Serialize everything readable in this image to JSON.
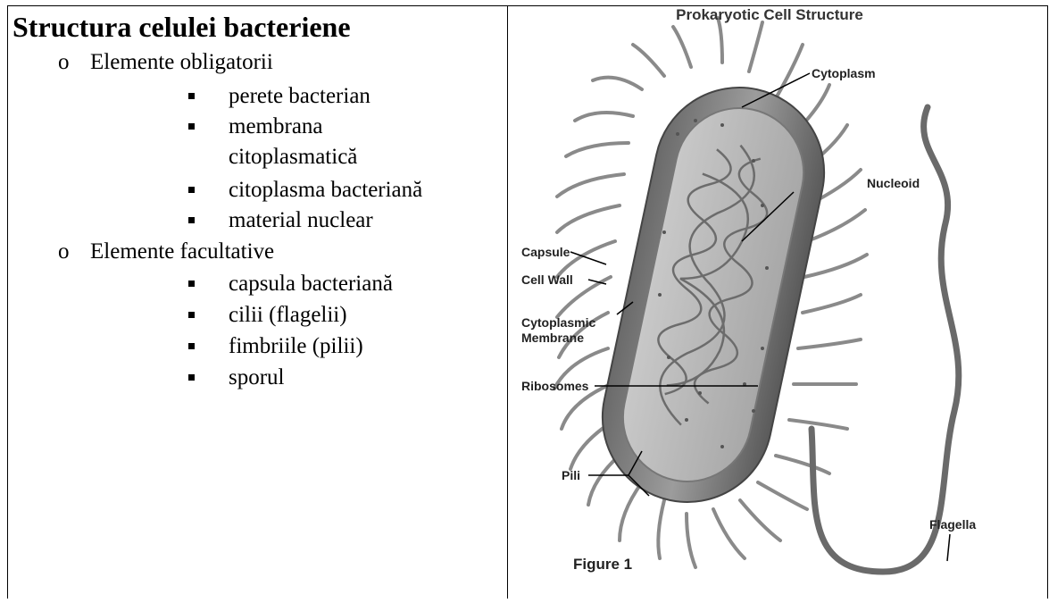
{
  "left": {
    "title": "Structura celulei bacteriene",
    "groups": [
      {
        "label": "Elemente obligatorii",
        "items": [
          "perete bacterian",
          "membrana",
          "citoplasmatică",
          "citoplasma bacteriană",
          "material nuclear"
        ]
      },
      {
        "label": "Elemente facultative",
        "items": [
          "capsula bacteriană",
          "cilii (flagelii)",
          "fimbriile (pilii)",
          "sporul"
        ]
      }
    ],
    "list_marker": "o"
  },
  "figure": {
    "title": "Prokaryotic Cell Structure",
    "labels": {
      "cytoplasm": "Cytoplasm",
      "nucleoid": "Nucleoid",
      "capsule": "Capsule",
      "cell_wall": "Cell Wall",
      "cytoplasmic_membrane_1": "Cytoplasmic",
      "cytoplasmic_membrane_2": "Membrane",
      "ribosomes": "Ribosomes",
      "pili": "Pili",
      "flagella": "Flagella"
    },
    "caption": "Figure 1"
  }
}
